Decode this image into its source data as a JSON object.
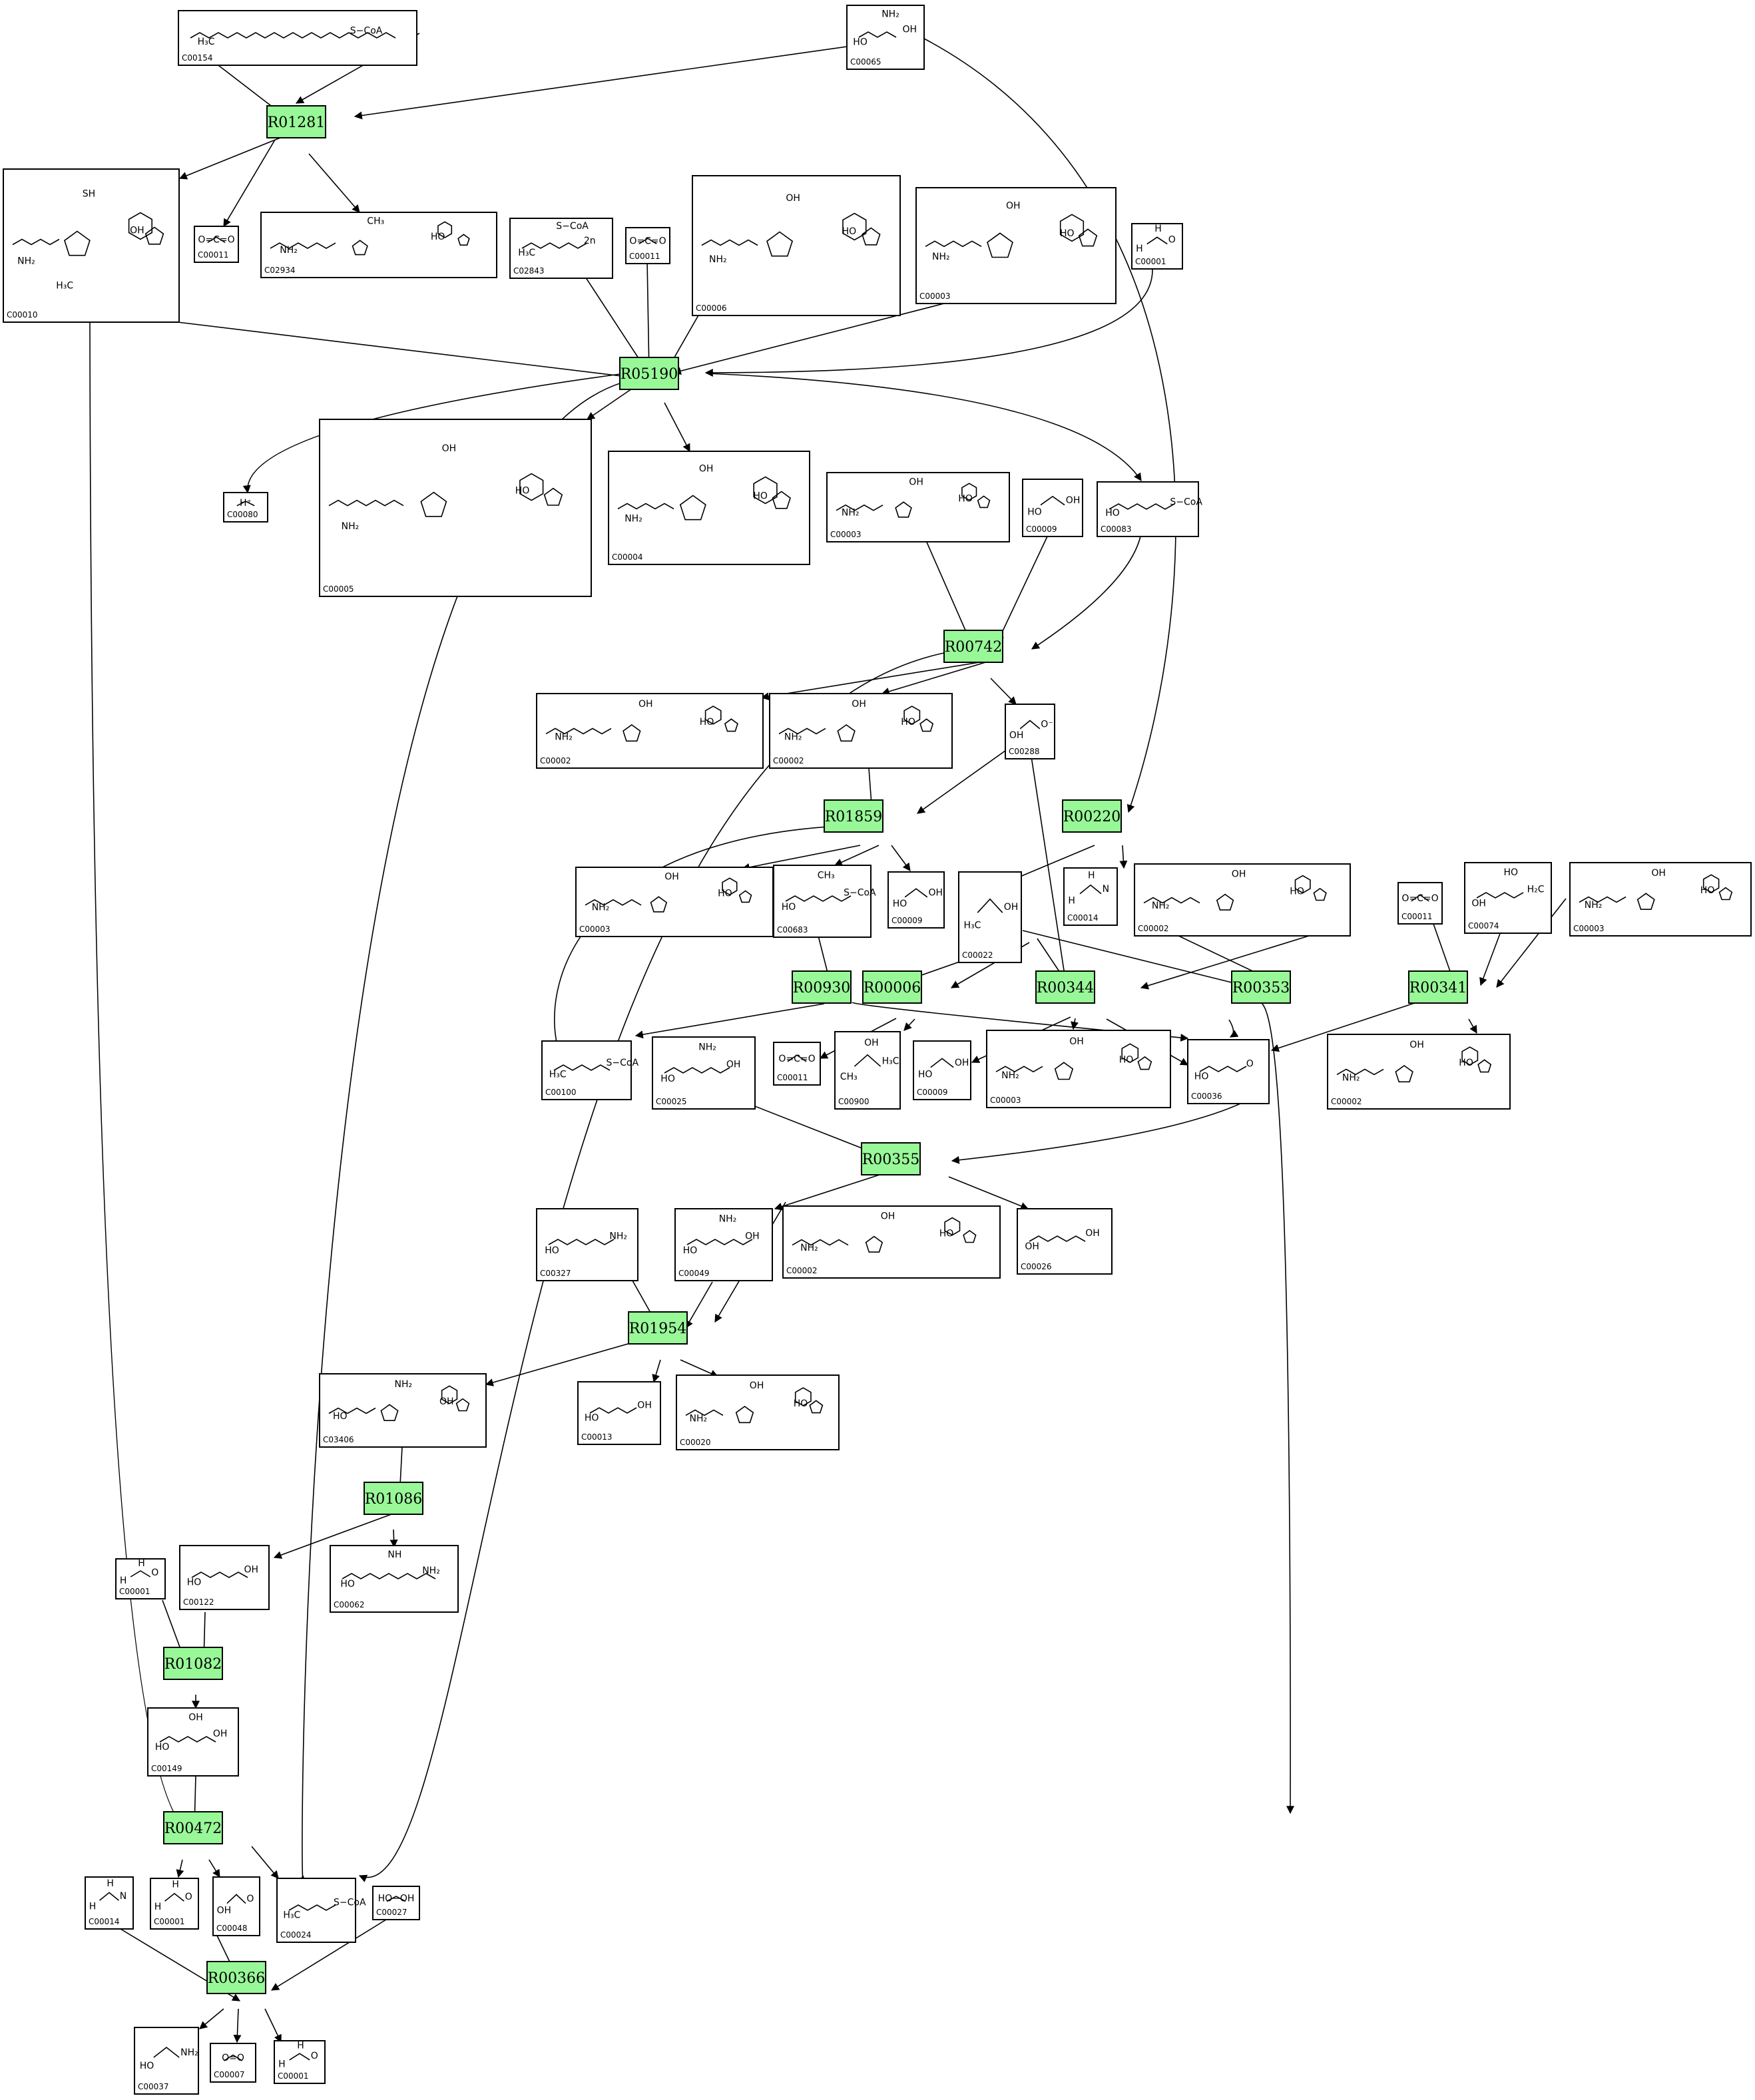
{
  "colors": {
    "reaction_fill": "#98f898",
    "edge": "#000000",
    "box": "#ffffff"
  },
  "reactions": [
    {
      "id": "R01281"
    },
    {
      "id": "R05190"
    },
    {
      "id": "R00742"
    },
    {
      "id": "R01859"
    },
    {
      "id": "R00220"
    },
    {
      "id": "R00930"
    },
    {
      "id": "R00006"
    },
    {
      "id": "R00344"
    },
    {
      "id": "R00353"
    },
    {
      "id": "R00341"
    },
    {
      "id": "R00355"
    },
    {
      "id": "R01954"
    },
    {
      "id": "R01086"
    },
    {
      "id": "R01082"
    },
    {
      "id": "R00472"
    },
    {
      "id": "R00366"
    }
  ],
  "compounds": [
    {
      "id": "C00154",
      "formula": [
        "H₃C",
        "S−CoA"
      ]
    },
    {
      "id": "C00065",
      "formula": [
        "HO",
        "OH",
        "NH₂"
      ]
    },
    {
      "id": "C00010",
      "formula": [
        "NH₂",
        "OH",
        "SH",
        "H₃C"
      ]
    },
    {
      "id": "C00011",
      "formula": [
        "O=C=O"
      ]
    },
    {
      "id": "C02934",
      "formula": [
        "NH₂",
        "HO",
        "CH₃"
      ]
    },
    {
      "id": "C02843",
      "formula": [
        "H₃C",
        "2n",
        "S−CoA"
      ]
    },
    {
      "id": "C00011",
      "formula": [
        "O=C=O"
      ]
    },
    {
      "id": "C00006",
      "formula": [
        "NH₂",
        "HO",
        "OH"
      ]
    },
    {
      "id": "C00003",
      "formula": [
        "NH₂",
        "HO",
        "OH"
      ]
    },
    {
      "id": "C00001",
      "formula": [
        "H",
        "O",
        "H"
      ]
    },
    {
      "id": "C00080",
      "formula": [
        "H⁺"
      ]
    },
    {
      "id": "C00005",
      "formula": [
        "NH₂",
        "HO",
        "OH"
      ]
    },
    {
      "id": "C00004",
      "formula": [
        "NH₂",
        "HO",
        "OH"
      ]
    },
    {
      "id": "C00003",
      "formula": [
        "NH₂",
        "HO",
        "OH"
      ]
    },
    {
      "id": "C00009",
      "formula": [
        "HO",
        "OH"
      ]
    },
    {
      "id": "C00083",
      "formula": [
        "HO",
        "S−CoA"
      ]
    },
    {
      "id": "C00002",
      "formula": [
        "NH₂",
        "HO",
        "OH"
      ]
    },
    {
      "id": "C00002",
      "formula": [
        "NH₂",
        "HO",
        "OH"
      ]
    },
    {
      "id": "C00288",
      "formula": [
        "OH",
        "O⁻"
      ]
    },
    {
      "id": "C00003",
      "formula": [
        "NH₂",
        "HO",
        "OH"
      ]
    },
    {
      "id": "C00683",
      "formula": [
        "HO",
        "S−CoA",
        "CH₃"
      ]
    },
    {
      "id": "C00009",
      "formula": [
        "HO",
        "OH"
      ]
    },
    {
      "id": "C00014",
      "formula": [
        "H",
        "N",
        "H"
      ]
    },
    {
      "id": "C00022",
      "formula": [
        "H₃C",
        "OH"
      ]
    },
    {
      "id": "C00002",
      "formula": [
        "NH₂",
        "HO",
        "OH"
      ]
    },
    {
      "id": "C00011",
      "formula": [
        "O=C=O"
      ]
    },
    {
      "id": "C00074",
      "formula": [
        "OH",
        "H₂C",
        "HO"
      ]
    },
    {
      "id": "C00003",
      "formula": [
        "NH₂",
        "HO",
        "OH"
      ]
    },
    {
      "id": "C00100",
      "formula": [
        "H₃C",
        "S−CoA"
      ]
    },
    {
      "id": "C00025",
      "formula": [
        "HO",
        "OH",
        "NH₂"
      ]
    },
    {
      "id": "C00011",
      "formula": [
        "O=C=O"
      ]
    },
    {
      "id": "C00900",
      "formula": [
        "CH₃",
        "H₃C",
        "OH"
      ]
    },
    {
      "id": "C00009",
      "formula": [
        "HO",
        "OH"
      ]
    },
    {
      "id": "C00003",
      "formula": [
        "NH₂",
        "HO",
        "OH"
      ]
    },
    {
      "id": "C00036",
      "formula": [
        "HO",
        "O"
      ]
    },
    {
      "id": "C00002",
      "formula": [
        "NH₂",
        "HO",
        "OH"
      ]
    },
    {
      "id": "C00327",
      "formula": [
        "HO",
        "NH₂"
      ]
    },
    {
      "id": "C00049",
      "formula": [
        "HO",
        "OH",
        "NH₂"
      ]
    },
    {
      "id": "C00002",
      "formula": [
        "NH₂",
        "HO",
        "OH"
      ]
    },
    {
      "id": "C00026",
      "formula": [
        "OH",
        "OH"
      ]
    },
    {
      "id": "C03406",
      "formula": [
        "HO",
        "OH",
        "NH₂"
      ]
    },
    {
      "id": "C00013",
      "formula": [
        "HO",
        "OH"
      ]
    },
    {
      "id": "C00020",
      "formula": [
        "NH₂",
        "HO",
        "OH"
      ]
    },
    {
      "id": "C00001",
      "formula": [
        "H",
        "O",
        "H"
      ]
    },
    {
      "id": "C00122",
      "formula": [
        "HO",
        "OH"
      ]
    },
    {
      "id": "C00062",
      "formula": [
        "HO",
        "NH₂",
        "NH"
      ]
    },
    {
      "id": "C00149",
      "formula": [
        "HO",
        "OH",
        "OH"
      ]
    },
    {
      "id": "C00014",
      "formula": [
        "H",
        "N",
        "H"
      ]
    },
    {
      "id": "C00001",
      "formula": [
        "H",
        "O",
        "H"
      ]
    },
    {
      "id": "C00048",
      "formula": [
        "OH",
        "O"
      ]
    },
    {
      "id": "C00024",
      "formula": [
        "H₃C",
        "S−CoA"
      ]
    },
    {
      "id": "C00027",
      "formula": [
        "HO−OH"
      ]
    },
    {
      "id": "C00037",
      "formula": [
        "HO",
        "NH₂"
      ]
    },
    {
      "id": "C00007",
      "formula": [
        "O=O"
      ]
    },
    {
      "id": "C00001",
      "formula": [
        "H",
        "O",
        "H"
      ]
    }
  ]
}
